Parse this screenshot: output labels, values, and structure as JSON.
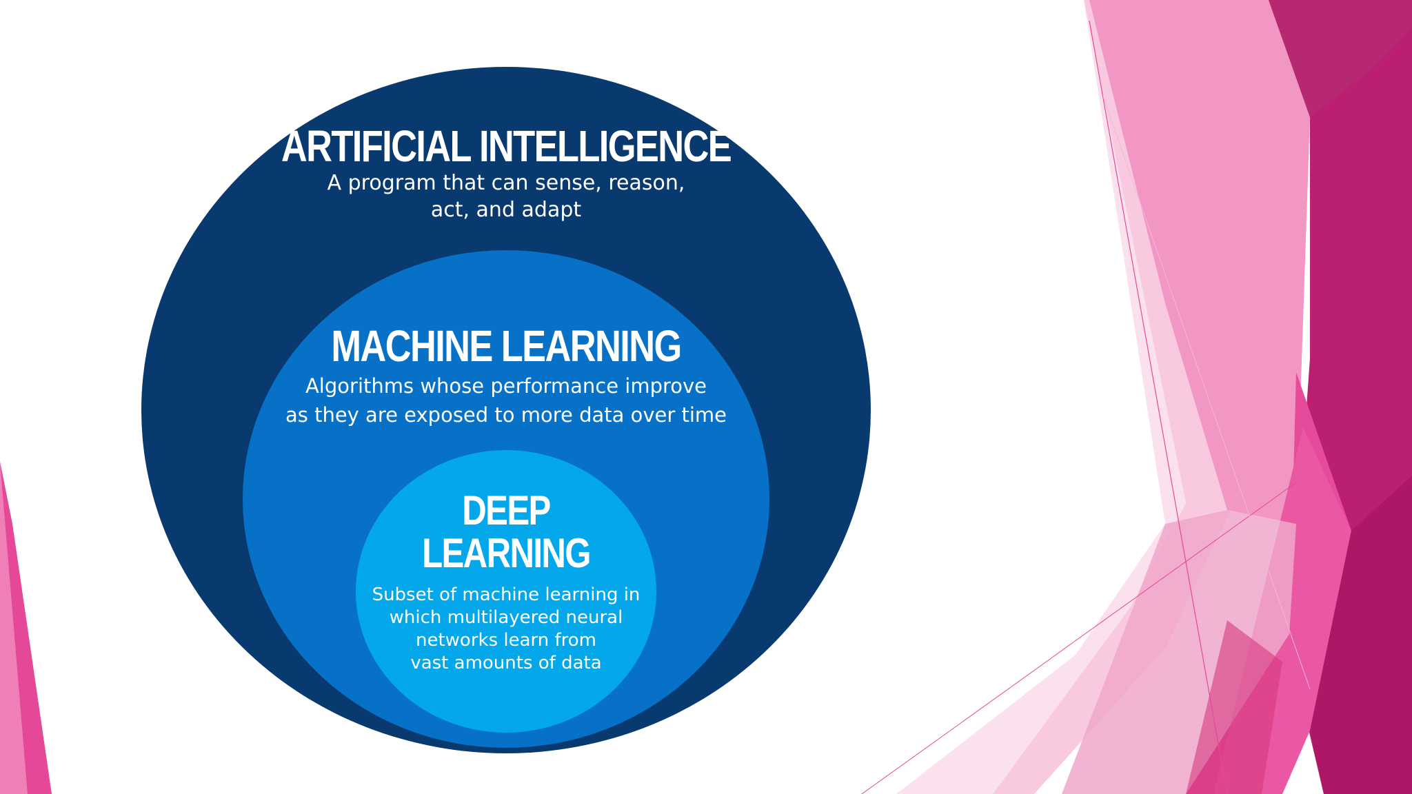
{
  "colors": {
    "ai_circle": "#083a6f",
    "ml_circle": "#0671c6",
    "dl_circle": "#04a7ea",
    "text": "#ffffff",
    "accent_pink": "#e44896",
    "accent_magenta": "#b81c6d",
    "light_pink": "#f5b6d6"
  },
  "diagram": {
    "ai": {
      "title": "ARTIFICIAL INTELLIGENCE",
      "desc_line1": "A program that can sense, reason,",
      "desc_line2": "act, and adapt"
    },
    "ml": {
      "title": "MACHINE LEARNING",
      "desc_line1": "Algorithms whose performance improve",
      "desc_line2": "as they are exposed to more data over time"
    },
    "dl": {
      "title_line1": "DEEP",
      "title_line2": "LEARNING",
      "desc_line1": "Subset of machine learning in",
      "desc_line2": "which multilayered neural",
      "desc_line3": "networks learn from",
      "desc_line4": "vast amounts of data"
    }
  }
}
